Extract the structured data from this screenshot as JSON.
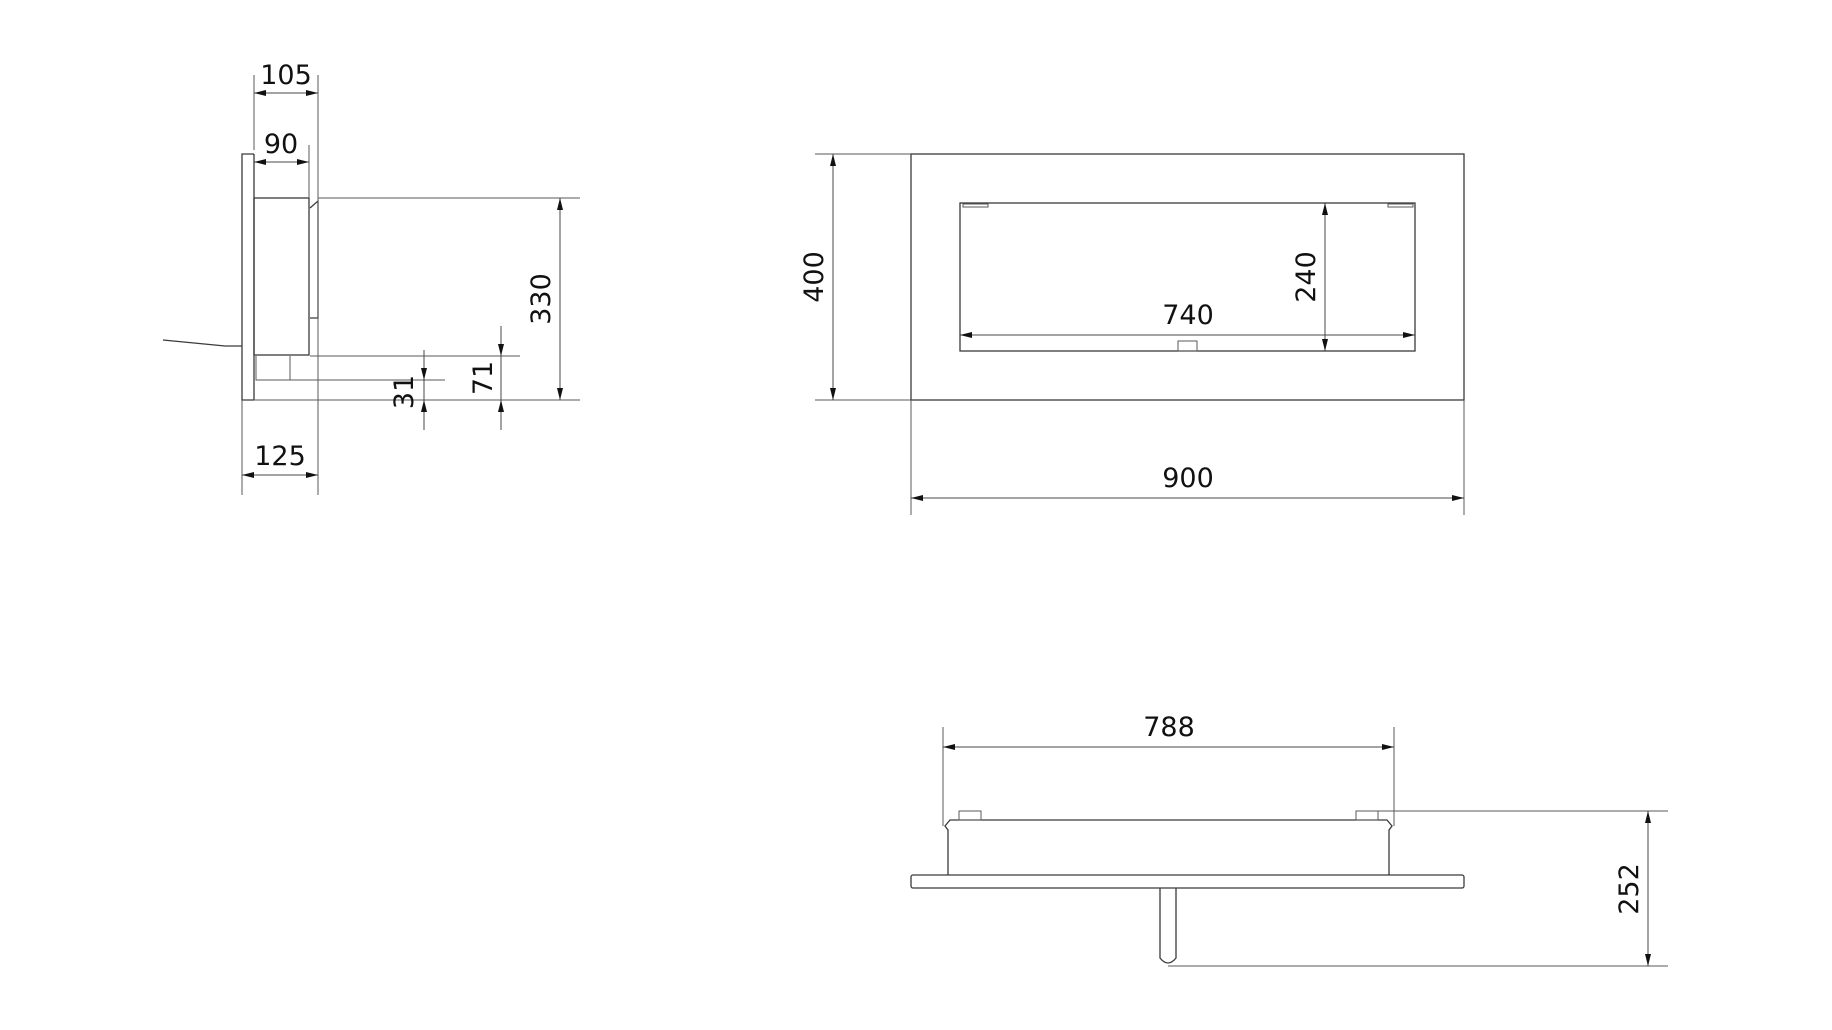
{
  "drawing": {
    "type": "technical dimension drawing",
    "units": "mm",
    "views": {
      "side": {
        "dimensions": {
          "depth_total": "105",
          "depth_box": "90",
          "height": "330",
          "bottom_offset_small": "31",
          "bottom_offset_large": "71",
          "base_depth": "125"
        }
      },
      "front": {
        "dimensions": {
          "height": "400",
          "width": "900",
          "opening_width": "740",
          "opening_height": "240"
        }
      },
      "top": {
        "dimensions": {
          "insert_width": "788",
          "depth": "252"
        }
      }
    }
  },
  "colors": {
    "line": "#3a3a3a",
    "background": "#ffffff"
  }
}
